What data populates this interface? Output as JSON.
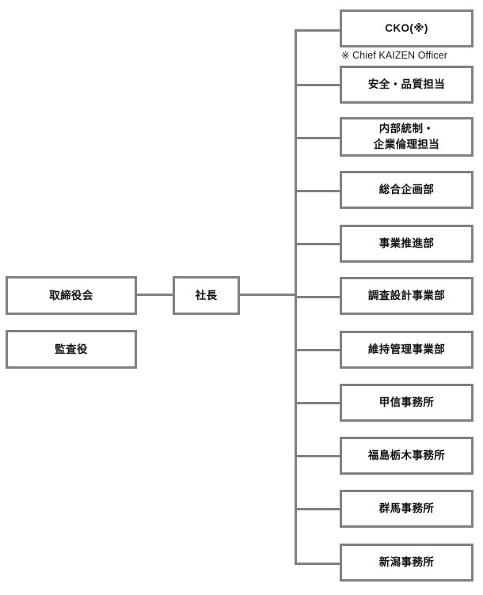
{
  "chart": {
    "type": "organization-chart",
    "language": "ja",
    "colors": {
      "border": "#808080",
      "background": "#ffffff",
      "text": "#111111"
    },
    "left_nodes": [
      {
        "id": "board",
        "label": "取締役会"
      },
      {
        "id": "auditor",
        "label": "監査役"
      }
    ],
    "president": {
      "id": "president",
      "label": "社長"
    },
    "right_nodes": [
      {
        "id": "cko",
        "label": "CKO(※)"
      },
      {
        "id": "safety-quality",
        "label": "安全・品質担当"
      },
      {
        "id": "internal-control",
        "label": "内部統制・\n企業倫理担当"
      },
      {
        "id": "planning",
        "label": "総合企画部"
      },
      {
        "id": "promotion",
        "label": "事業推進部"
      },
      {
        "id": "survey-design",
        "label": "調査設計事業部"
      },
      {
        "id": "maintenance",
        "label": "維持管理事業部"
      },
      {
        "id": "koshin-office",
        "label": "甲信事務所"
      },
      {
        "id": "fukushima-tochigi-office",
        "label": "福島栃木事務所"
      },
      {
        "id": "gunma-office",
        "label": "群馬事務所"
      },
      {
        "id": "niigata-office",
        "label": "新潟事務所"
      }
    ],
    "footnote": "※ Chief KAIZEN Officer"
  }
}
